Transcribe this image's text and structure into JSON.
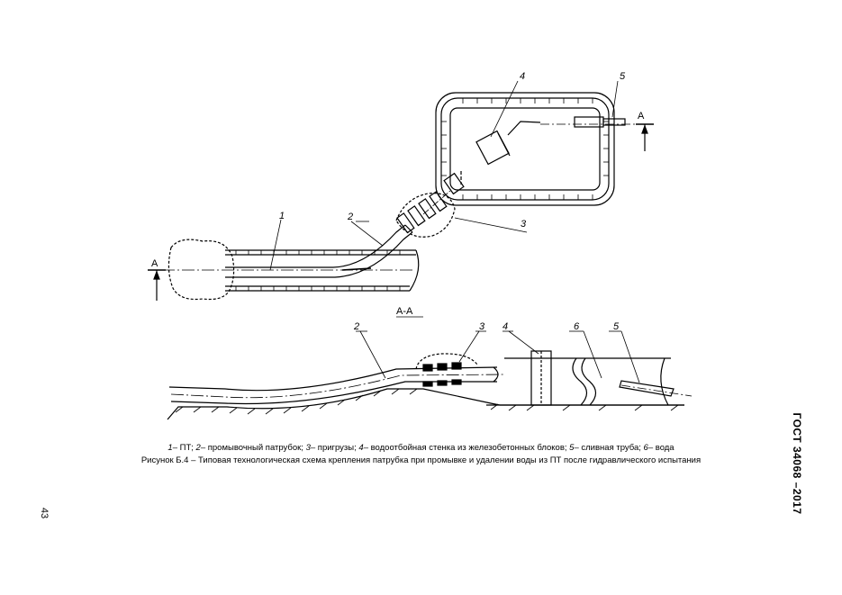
{
  "figure": {
    "labels": {
      "l1": "1",
      "l2": "2",
      "l3": "3",
      "l4": "4",
      "l5": "5",
      "section_mark": "А",
      "section_title": "А-А",
      "s2": "2",
      "s3": "3",
      "s4": "4",
      "s5": "5",
      "s6": "6"
    }
  },
  "caption": {
    "legend": [
      {
        "num": "1",
        "text": "– ПТ; "
      },
      {
        "num": "2",
        "text": "– промывочный патрубок; "
      },
      {
        "num": "3",
        "text": "– пригрузы; "
      },
      {
        "num": "4",
        "text": "– водоотбойная стенка из железобетонных блоков; "
      },
      {
        "num": "5",
        "text": "– сливная труба; "
      },
      {
        "num": "6",
        "text": "– вода"
      }
    ],
    "title": "Рисунок Б.4 – Типовая технологическая схема крепления патрубка при промывке и удалении воды из ПТ после гидравлического испытания"
  },
  "page": {
    "standard": "ГОСТ 34068 –2017",
    "number": "43"
  }
}
